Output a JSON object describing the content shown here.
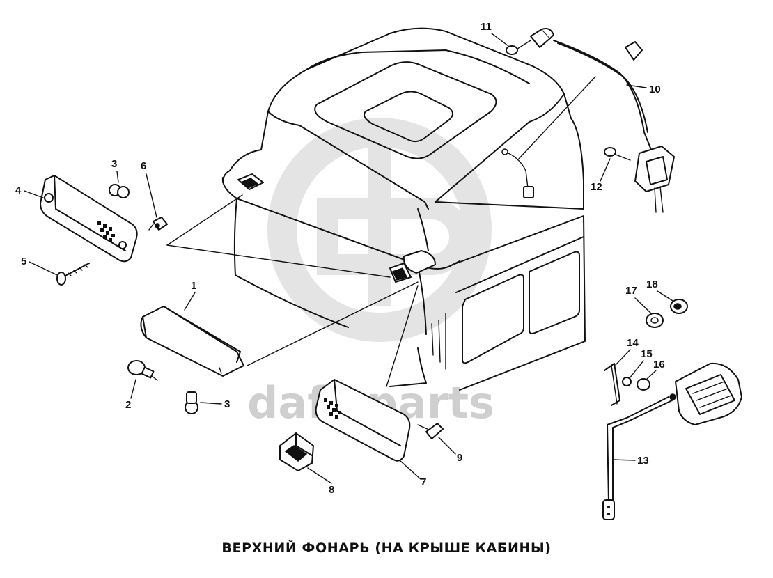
{
  "caption": "ВЕРХНИЙ ФОНАРЬ (НА КРЫШЕ КАБИНЫ)",
  "watermark": "dafs  parts",
  "callouts": {
    "c1": "1",
    "c2": "2",
    "c3a": "3",
    "c3b": "3",
    "c4": "4",
    "c5": "5",
    "c6": "6",
    "c7": "7",
    "c8": "8",
    "c9": "9",
    "c10": "10",
    "c11": "11",
    "c12": "12",
    "c13": "13",
    "c14": "14",
    "c15": "15",
    "c16": "16",
    "c17": "17",
    "c18": "18"
  }
}
